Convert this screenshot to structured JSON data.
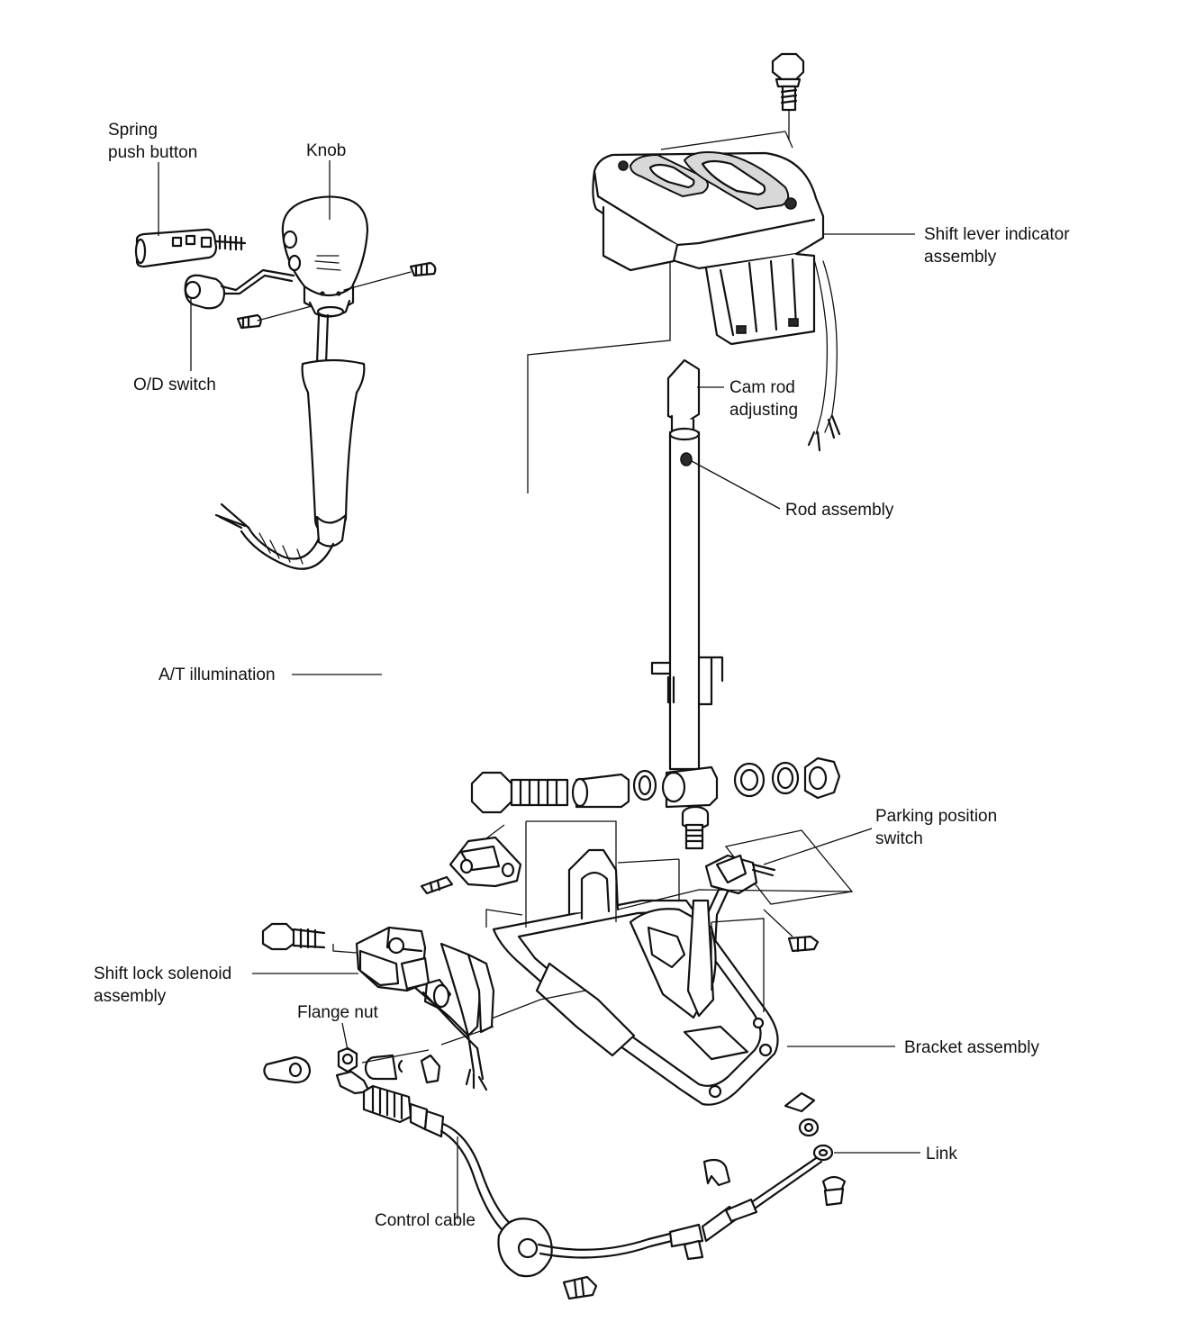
{
  "labels": {
    "spring_push_button": [
      "Spring",
      "push button"
    ],
    "knob": "Knob",
    "od_switch": "O/D switch",
    "shift_lever_indicator": [
      "Shift lever indicator",
      "assembly"
    ],
    "cam_rod_adjusting": [
      "Cam rod",
      "adjusting"
    ],
    "rod_assembly": "Rod assembly",
    "at_illumination": "A/T illumination",
    "parking_position_switch": [
      "Parking position",
      "switch"
    ],
    "shift_lock_solenoid": [
      "Shift lock solenoid",
      "assembly"
    ],
    "flange_nut": "Flange nut",
    "bracket_assembly": "Bracket assembly",
    "link": "Link",
    "control_cable": "Control cable"
  },
  "colors": {
    "ink": "#111111",
    "background": "#ffffff",
    "shade": "#d8d8d8"
  }
}
